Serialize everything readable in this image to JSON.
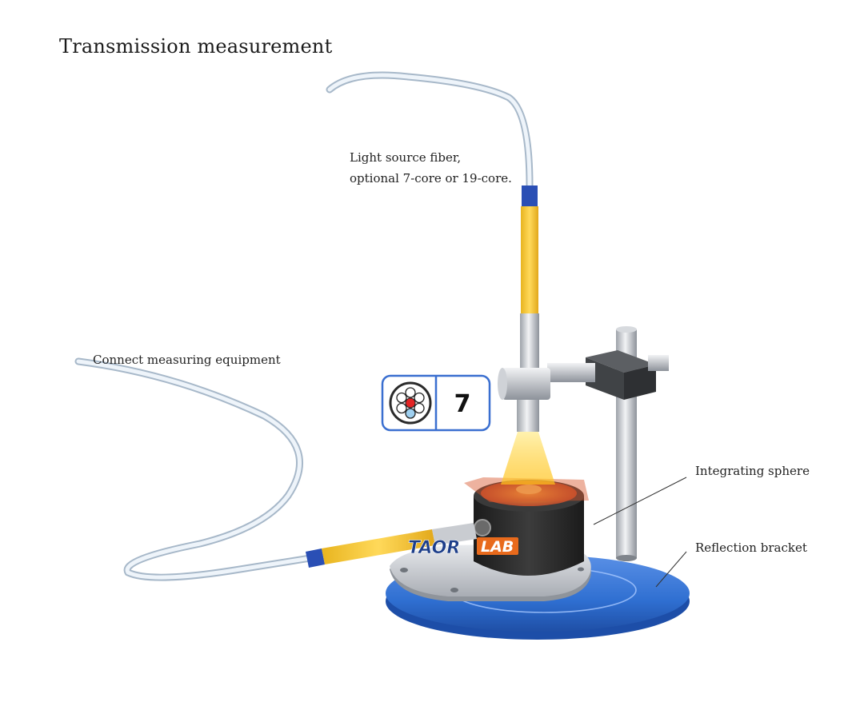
{
  "title": "Transmission measurement",
  "labels": {
    "light_source_line1": "Light source fiber,",
    "light_source_line2": "optional 7-core or 19-core.",
    "connect_equipment": "Connect measuring equipment",
    "integrating_sphere": "Integrating sphere",
    "reflection_bracket": "Reflection bracket"
  },
  "core_badge": {
    "count": "7",
    "icon": "fiber-7-core-icon"
  },
  "logo": {
    "part1": "TAOR",
    "part2": "LAB"
  },
  "colors": {
    "base_blue": "#2f6fd1",
    "fiber_jacket": "#f2c230",
    "connector_blue": "#2a4fb5",
    "sphere_dark": "#2b2b2b",
    "metal_gray": "#c9ccd1",
    "light_beam": "#ffd84a",
    "logo_blue": "#1d3e8a",
    "logo_orange": "#e86a1c"
  }
}
